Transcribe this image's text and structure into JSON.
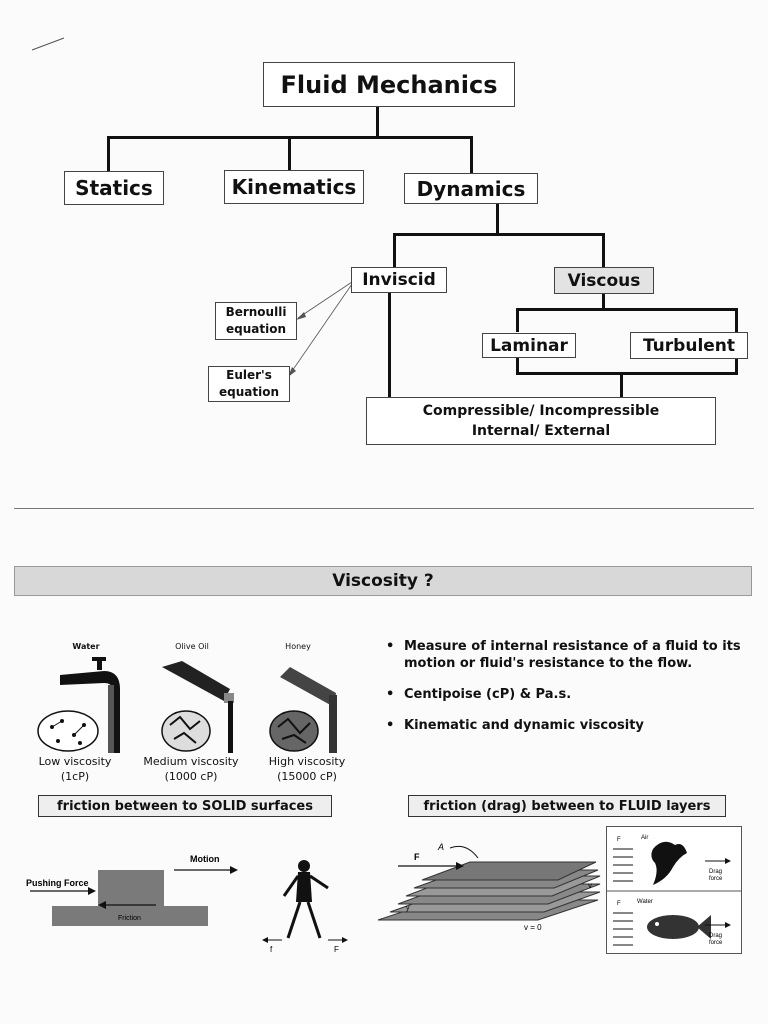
{
  "tree": {
    "root": "Fluid Mechanics",
    "level1": [
      "Statics",
      "Kinematics",
      "Dynamics"
    ],
    "inviscid": "Inviscid",
    "viscous": "Viscous",
    "bernoulli": [
      "Bernoulli",
      "equation"
    ],
    "euler": [
      "Euler's",
      "equation"
    ],
    "laminar": "Laminar",
    "turbulent": "Turbulent",
    "compressible": [
      "Compressible/ Incompressible",
      "Internal/ External"
    ]
  },
  "viscosity": {
    "title": "Viscosity ?",
    "fluids": [
      {
        "name": "Water",
        "label": "Low viscosity",
        "value": "(1cP)"
      },
      {
        "name": "Olive Oil",
        "label": "Medium viscosity",
        "value": "(1000 cP)"
      },
      {
        "name": "Honey",
        "label": "High viscosity",
        "value": "(15000 cP)"
      }
    ],
    "bullets": [
      "Measure of internal resistance of a fluid to its motion or fluid's resistance to the flow.",
      "Centipoise (cP) & Pa.s.",
      "Kinematic and dynamic viscosity"
    ],
    "bullet_symbol": "•"
  },
  "friction": {
    "solid_title": "friction between to SOLID surfaces",
    "fluid_title": "friction (drag) between to FLUID layers",
    "solid_labels": {
      "motion": "Motion",
      "pushing": "Pushing Force",
      "friction": "Friction",
      "f": "f",
      "F": "F"
    },
    "fluid_labels": {
      "F": "F",
      "A": "A",
      "v": "v",
      "v0": "v = 0",
      "y": "y"
    },
    "drag_air": {
      "F": "F",
      "medium": "Air",
      "drag": [
        "Drag",
        "force"
      ]
    },
    "drag_water": {
      "F": "F",
      "medium": "Water",
      "drag": [
        "Drag",
        "force"
      ]
    }
  },
  "colors": {
    "banner": "#d8d8d8",
    "box_border": "#444",
    "solid_gray": "#7a7a7a"
  }
}
